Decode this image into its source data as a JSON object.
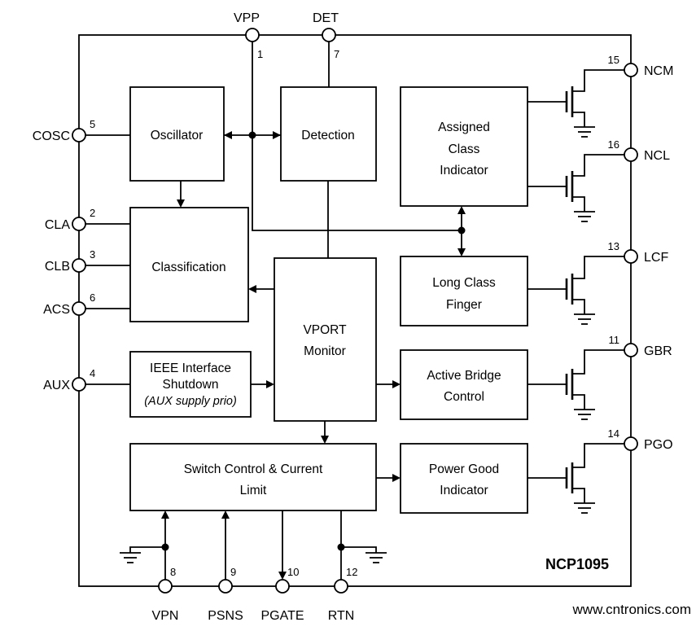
{
  "title": "NCP1095",
  "watermark": "www.cntronics.com",
  "colors": {
    "line": "#000000",
    "background": "#ffffff",
    "watermark": "#bfdb91"
  },
  "blocks": {
    "oscillator": {
      "label": "Oscillator"
    },
    "detection": {
      "label": "Detection"
    },
    "assigned_class_indicator": {
      "line1": "Assigned",
      "line2": "Class",
      "line3": "Indicator"
    },
    "classification": {
      "label": "Classification"
    },
    "vport_monitor": {
      "line1": "VPORT",
      "line2": "Monitor"
    },
    "long_class_finger": {
      "line1": "Long Class",
      "line2": "Finger"
    },
    "ieee_interface_shutdown": {
      "line1": "IEEE Interface",
      "line2": "Shutdown",
      "line3": "(AUX supply prio)"
    },
    "active_bridge_control": {
      "line1": "Active Bridge",
      "line2": "Control"
    },
    "switch_control_current_limit": {
      "line1": "Switch Control & Current",
      "line2": "Limit"
    },
    "power_good_indicator": {
      "line1": "Power Good",
      "line2": "Indicator"
    }
  },
  "pins": {
    "vpp": {
      "name": "VPP",
      "number": "1"
    },
    "det": {
      "name": "DET",
      "number": "7"
    },
    "cosc": {
      "name": "COSC",
      "number": "5"
    },
    "cla": {
      "name": "CLA",
      "number": "2"
    },
    "clb": {
      "name": "CLB",
      "number": "3"
    },
    "acs": {
      "name": "ACS",
      "number": "6"
    },
    "aux": {
      "name": "AUX",
      "number": "4"
    },
    "ncm": {
      "name": "NCM",
      "number": "15"
    },
    "ncl": {
      "name": "NCL",
      "number": "16"
    },
    "lcf": {
      "name": "LCF",
      "number": "13"
    },
    "gbr": {
      "name": "GBR",
      "number": "11"
    },
    "pgo": {
      "name": "PGO",
      "number": "14"
    },
    "vpn": {
      "name": "VPN",
      "number": "8"
    },
    "psns": {
      "name": "PSNS",
      "number": "9"
    },
    "pgate": {
      "name": "PGATE",
      "number": "10"
    },
    "rtn": {
      "name": "RTN",
      "number": "12"
    }
  }
}
